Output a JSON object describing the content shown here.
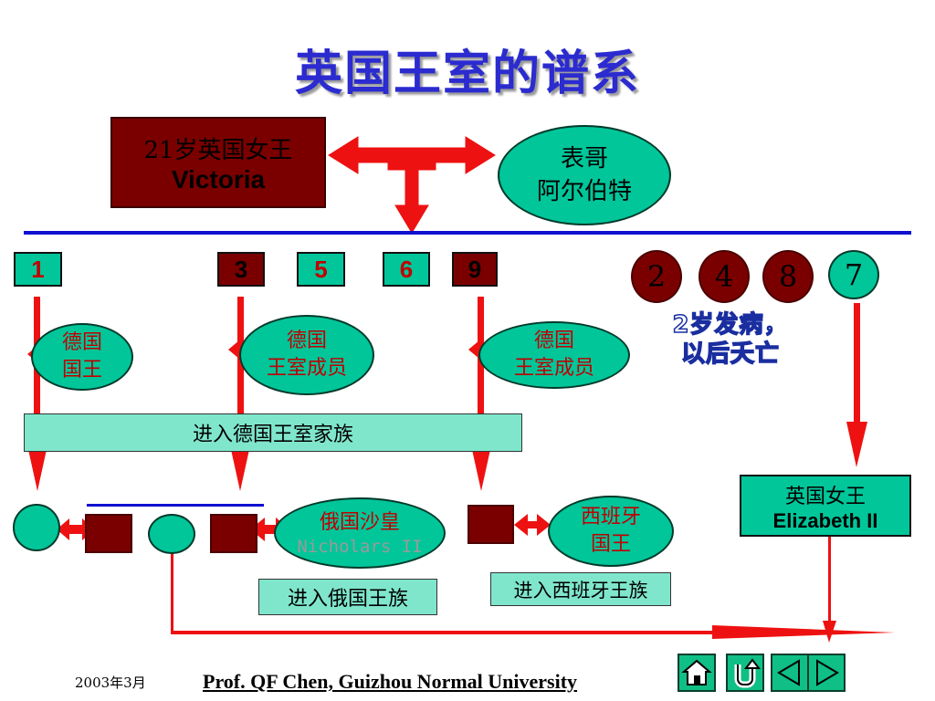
{
  "title": "英国王室的谱系",
  "victoria": {
    "line1": "21岁英国女王",
    "line2": "Victoria"
  },
  "albert": {
    "line1": "表哥",
    "line2": "阿尔伯特"
  },
  "children_numbered_squares": [
    "1",
    "3",
    "5",
    "6",
    "9"
  ],
  "children_numbered_circles": [
    "2",
    "4",
    "8",
    "7"
  ],
  "died_note": {
    "line1": "2岁发病，",
    "line2": "以后夭亡"
  },
  "spouse_1": {
    "line1": "德国",
    "line2": "国王"
  },
  "spouse_3": {
    "line1": "德国",
    "line2": "王室成员"
  },
  "spouse_9": {
    "line1": "德国",
    "line2": "王室成员"
  },
  "band_german": "进入德国王室家族",
  "tsar": {
    "line1": "俄国沙皇",
    "line2": "Nicholars II"
  },
  "band_russia": "进入俄国王族",
  "spain_king": {
    "line1": "西班牙",
    "line2": "国王"
  },
  "band_spain": "进入西班牙王族",
  "elizabeth": {
    "line1": "英国女王",
    "line2": "Elizabeth II"
  },
  "footer": {
    "date": "2003年3月",
    "credit": "Prof. QF Chen, Guizhou Normal University"
  },
  "nav_icons": [
    "home-icon",
    "return-icon",
    "previous-icon",
    "next-icon"
  ],
  "colors": {
    "title": "#2b2bd0",
    "male": "#7a0000",
    "female": "#00c69a",
    "arrow": "#ee1111",
    "line": "#1010d0"
  }
}
